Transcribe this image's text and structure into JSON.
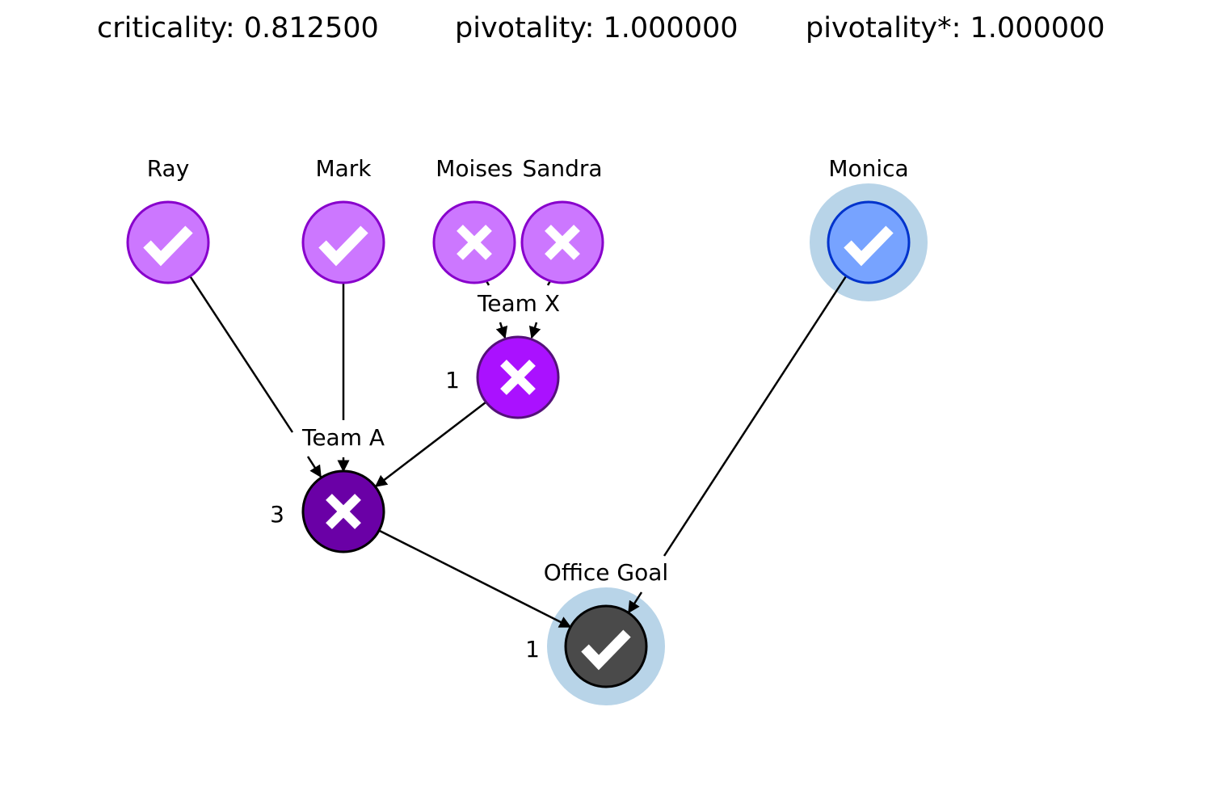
{
  "header": {
    "criticality": "criticality: 0.812500",
    "pivotality": "pivotality: 1.000000",
    "pivotality_star": "pivotality*: 1.000000"
  },
  "colors": {
    "person_fill": "#cc77ff",
    "person_stroke": "#8800cc",
    "team_x_fill": "#aa11ff",
    "team_x_stroke": "#55117a",
    "team_a_fill": "#6a00a6",
    "team_a_stroke": "#000000",
    "monica_fill": "#77a3ff",
    "monica_stroke": "#0033cc",
    "goal_fill": "#4a4a4a",
    "goal_stroke": "#000000",
    "halo": "#b8d4e8"
  },
  "nodes": {
    "ray": {
      "label": "Ray",
      "state": "check-icon"
    },
    "mark": {
      "label": "Mark",
      "state": "check-icon"
    },
    "moises": {
      "label": "Moises",
      "state": "cross-icon"
    },
    "sandra": {
      "label": "Sandra",
      "state": "cross-icon"
    },
    "monica": {
      "label": "Monica",
      "state": "check-icon"
    },
    "team_x": {
      "label": "Team X",
      "threshold": "1",
      "state": "cross-icon"
    },
    "team_a": {
      "label": "Team A",
      "threshold": "3",
      "state": "cross-icon"
    },
    "office_goal": {
      "label": "Office Goal",
      "threshold": "1",
      "state": "check-icon"
    }
  }
}
